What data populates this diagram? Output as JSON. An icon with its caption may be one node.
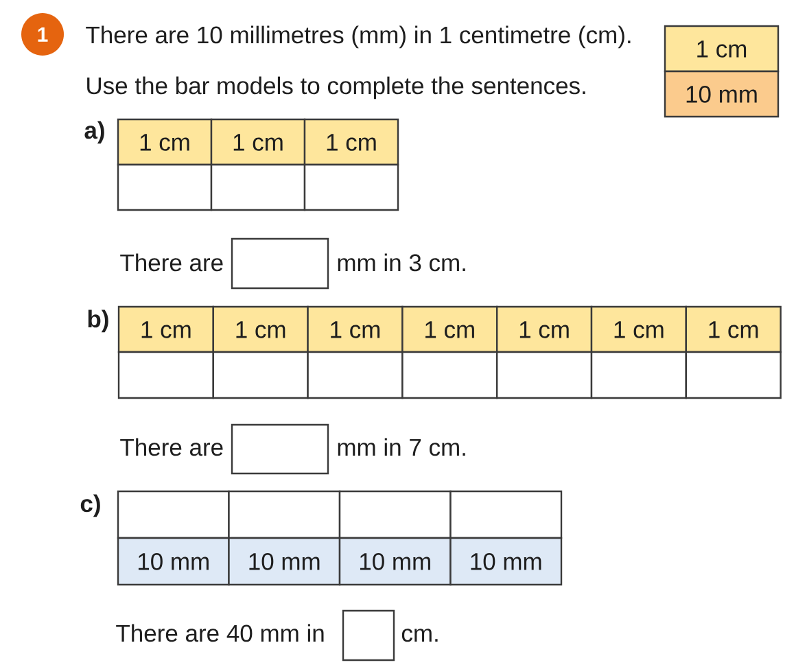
{
  "diagram": {
    "nodes": [
      {
        "text": [
          "1"
        ]
      },
      {
        "text": [
          "1 cm"
        ]
      },
      {
        "text": [
          "10 mm"
        ]
      },
      {
        "text": [
          "1 cm"
        ]
      },
      {
        "text": [
          "1 cm"
        ]
      },
      {
        "text": [
          "1 cm"
        ]
      },
      {
        "text": [],
        "shape": "box"
      },
      {
        "text": [],
        "shape": "box"
      },
      {
        "text": [],
        "shape": "box"
      },
      {
        "text": [],
        "shape": "box"
      },
      {
        "text": [
          "1 cm"
        ]
      },
      {
        "text": [
          "1 cm"
        ]
      },
      {
        "text": [
          "1 cm"
        ]
      },
      {
        "text": [
          "1 cm"
        ]
      },
      {
        "text": [
          "1 cm"
        ]
      },
      {
        "text": [
          "1 cm"
        ]
      },
      {
        "text": [
          "1 cm"
        ]
      },
      {
        "text": [],
        "shape": "box"
      },
      {
        "text": [],
        "shape": "box"
      },
      {
        "text": [],
        "shape": "box"
      },
      {
        "text": [],
        "shape": "box"
      },
      {
        "text": [],
        "shape": "box"
      },
      {
        "text": [],
        "shape": "box"
      },
      {
        "text": [],
        "shape": "box"
      },
      {
        "text": [],
        "shape": "box"
      },
      {
        "text": [],
        "shape": "box"
      },
      {
        "text": [],
        "shape": "box"
      },
      {
        "text": [],
        "shape": "box"
      },
      {
        "text": [],
        "shape": "box"
      },
      {
        "text": [
          "10 mm"
        ]
      },
      {
        "text": [
          "10 mm"
        ]
      },
      {
        "text": [
          "10 mm"
        ]
      },
      {
        "text": [
          "10 mm"
        ]
      },
      {
        "text": [],
        "shape": "box"
      }
    ],
    "labels": [
      "There are 10 millimetres (mm) in 1 centimetre (cm).",
      "Use the bar models to complete the sentences.",
      "a)",
      "There are",
      "mm in 3 cm.",
      "b)",
      "There are",
      "mm in 7 cm.",
      "c)",
      "There are 40 mm in",
      "cm."
    ]
  }
}
